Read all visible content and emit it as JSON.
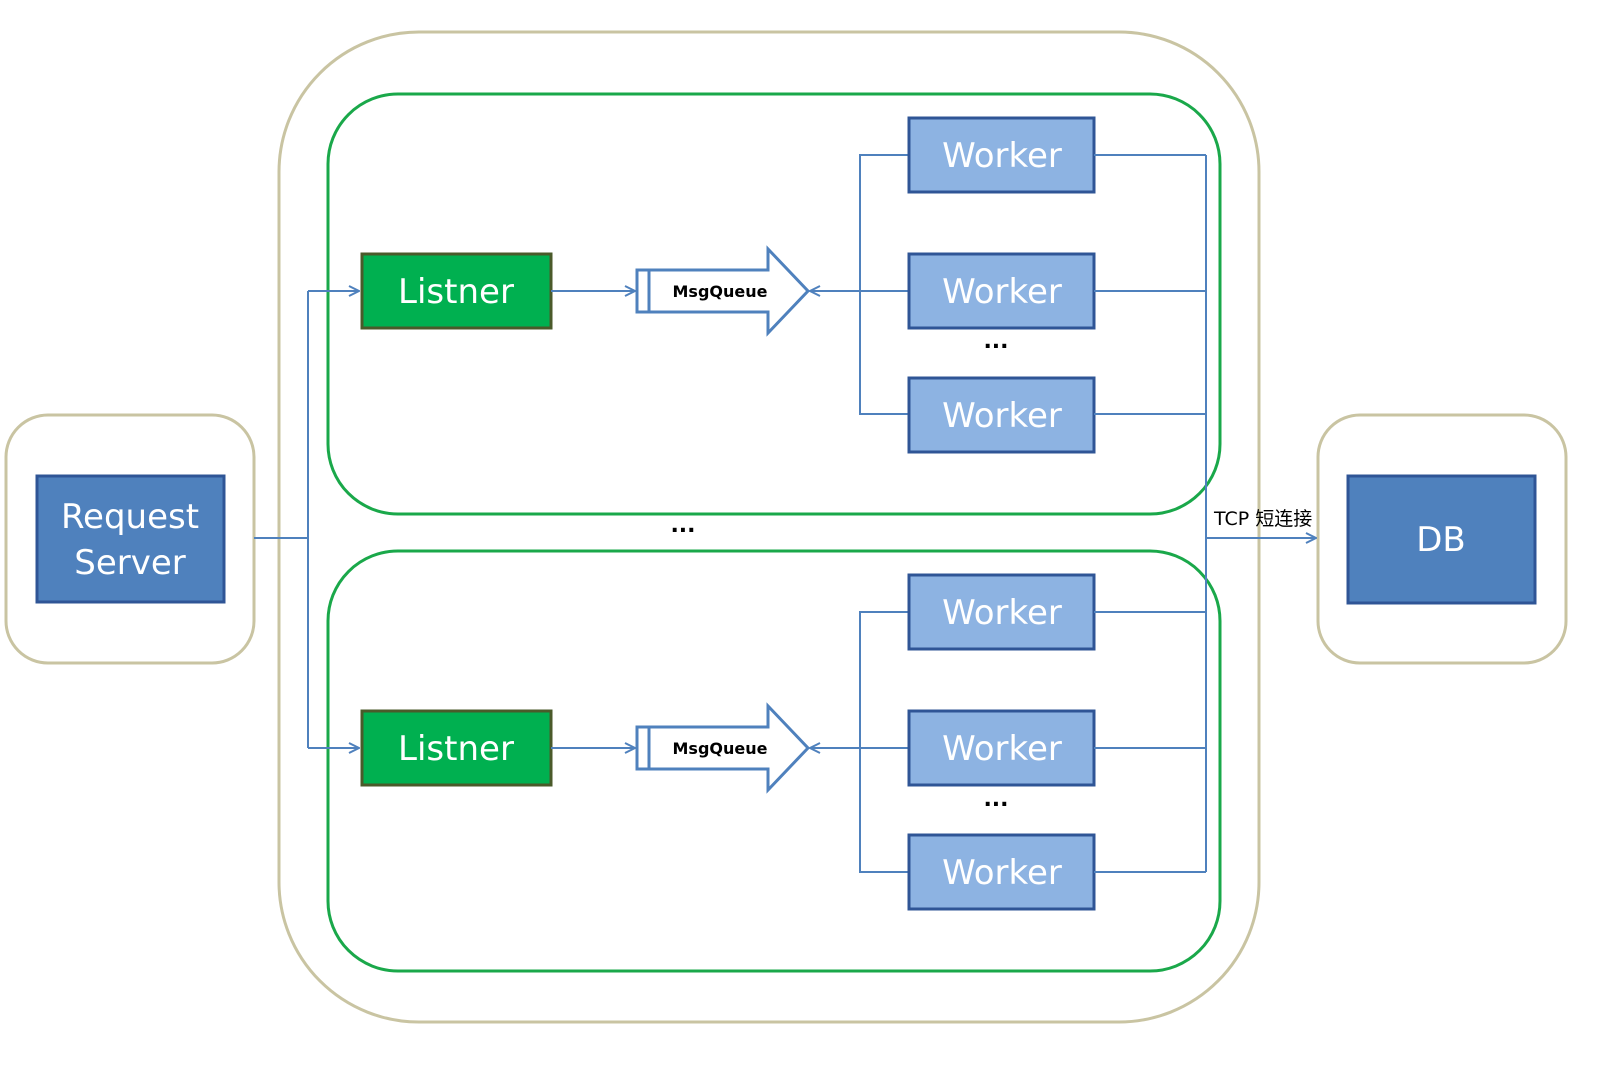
{
  "colors": {
    "outer_frame": "#c9c4a2",
    "group_frame": "#1aa84a",
    "connector": "#4f81bd",
    "dark_box_fill": "#4f81bd",
    "dark_box_stroke": "#2f5596",
    "worker_fill": "#8db3e2",
    "listener_fill": "#00b050",
    "listener_stroke": "#4a5a2a"
  },
  "request_server": {
    "line1": "Request",
    "line2": "Server"
  },
  "db": {
    "label": "DB"
  },
  "connection_label": "TCP 短连接",
  "groups_ellipsis": "...",
  "groups": [
    {
      "listener": "Listner",
      "queue": "MsgQueue",
      "workers": [
        "Worker",
        "Worker",
        "Worker"
      ],
      "workers_ellipsis": "..."
    },
    {
      "listener": "Listner",
      "queue": "MsgQueue",
      "workers": [
        "Worker",
        "Worker",
        "Worker"
      ],
      "workers_ellipsis": "..."
    }
  ]
}
